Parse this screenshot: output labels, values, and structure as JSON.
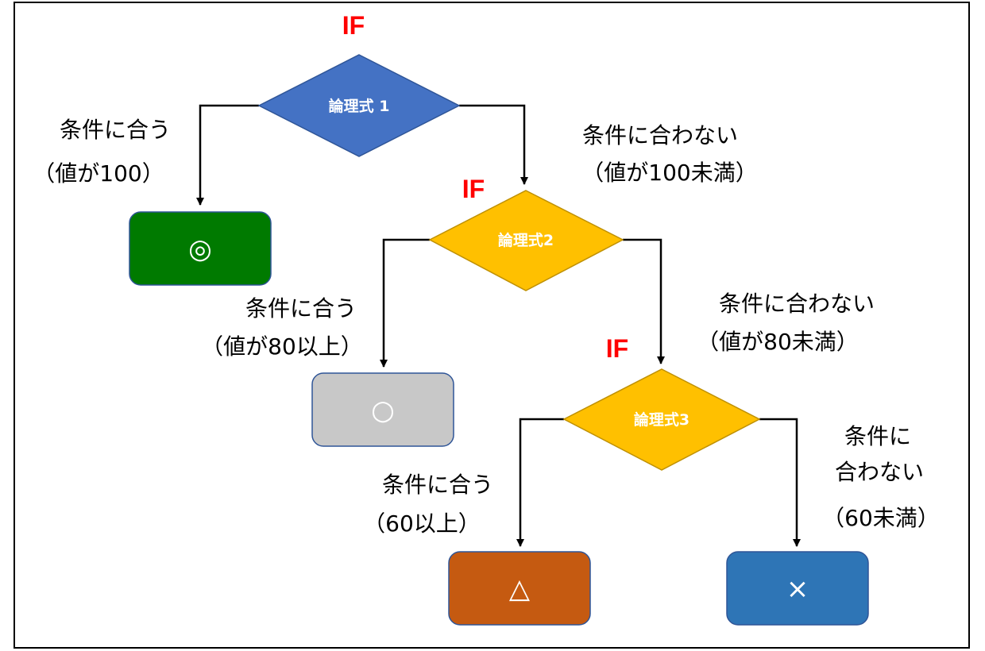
{
  "colors": {
    "frame": "#000000",
    "line": "#000000",
    "if_label": "#ff0000",
    "diamond_1": "#4472c4",
    "diamond_1_border": "#2f5597",
    "diamond_yellow": "#ffc000",
    "diamond_yellow_border": "#bf9000",
    "diamond_text": "#ffffff",
    "label_text": "#000000",
    "result_green": "#007a00",
    "result_gray": "#c8c8c8",
    "result_orange": "#c55a11",
    "result_blue": "#2e75b6",
    "result_border": "#2f5597",
    "result_text": "#ffffff"
  },
  "conditions": [
    {
      "if_label": "IF",
      "expression": "論理式 1"
    },
    {
      "if_label": "IF",
      "expression": "論理式2"
    },
    {
      "if_label": "IF",
      "expression": "論理式3"
    }
  ],
  "branches": {
    "cond1_true": [
      "条件に合う",
      "（値が100）"
    ],
    "cond1_false": [
      "条件に合わない",
      "（値が100未満）"
    ],
    "cond2_true": [
      "条件に合う",
      "（値が80以上）"
    ],
    "cond2_false": [
      "条件に合わない",
      "（値が80未満）"
    ],
    "cond3_true": [
      "条件に合う",
      "（60以上）"
    ],
    "cond3_false": [
      "条件に",
      "合わない",
      "（60未満）"
    ]
  },
  "results": [
    {
      "symbol": "◎",
      "icon": "double-circle-icon"
    },
    {
      "symbol": "○",
      "icon": "circle-icon"
    },
    {
      "symbol": "△",
      "icon": "triangle-icon"
    },
    {
      "symbol": "×",
      "icon": "cross-icon"
    }
  ]
}
